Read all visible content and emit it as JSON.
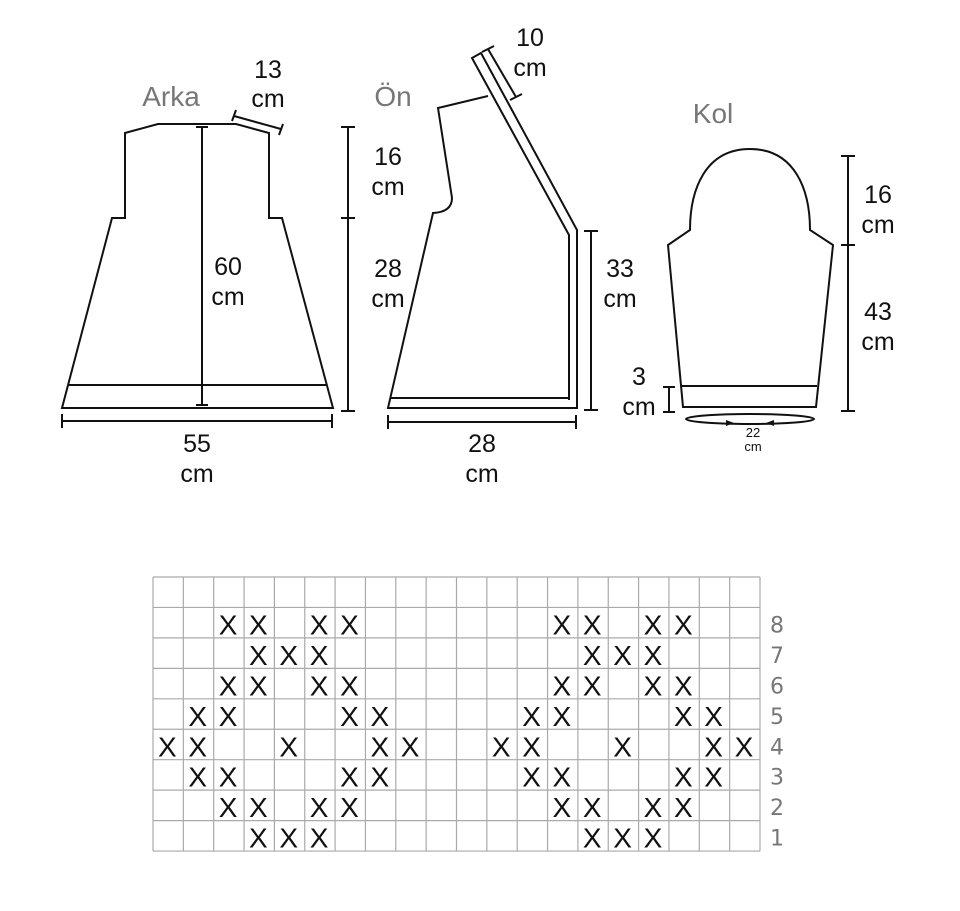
{
  "pieces": {
    "back": {
      "title": "Arka",
      "shoulder": "13",
      "length": "60",
      "upper": "16",
      "width": "55",
      "unit": "cm"
    },
    "front": {
      "title": "Ön",
      "band": "10",
      "armhole": "16",
      "side": "28",
      "front_edge": "33",
      "width": "28",
      "unit": "cm"
    },
    "sleeve": {
      "title": "Kol",
      "cap": "16",
      "length": "43",
      "cuff": "3",
      "circumference": "22",
      "unit": "cm"
    }
  },
  "chart": {
    "columns": 20,
    "symbol": "X",
    "rows": [
      {
        "label": "8",
        "x_cols": [
          2,
          3,
          5,
          6,
          13,
          14,
          16,
          17
        ]
      },
      {
        "label": "7",
        "x_cols": [
          3,
          4,
          5,
          14,
          15,
          16
        ]
      },
      {
        "label": "6",
        "x_cols": [
          2,
          3,
          5,
          6,
          13,
          14,
          16,
          17
        ]
      },
      {
        "label": "5",
        "x_cols": [
          1,
          2,
          6,
          7,
          12,
          13,
          17,
          18
        ]
      },
      {
        "label": "4",
        "x_cols": [
          0,
          1,
          4,
          7,
          8,
          11,
          12,
          15,
          18,
          19
        ]
      },
      {
        "label": "3",
        "x_cols": [
          1,
          2,
          6,
          7,
          12,
          13,
          17,
          18
        ]
      },
      {
        "label": "2",
        "x_cols": [
          2,
          3,
          5,
          6,
          13,
          14,
          16,
          17
        ]
      },
      {
        "label": "1",
        "x_cols": [
          3,
          4,
          5,
          14,
          15,
          16
        ]
      }
    ]
  }
}
